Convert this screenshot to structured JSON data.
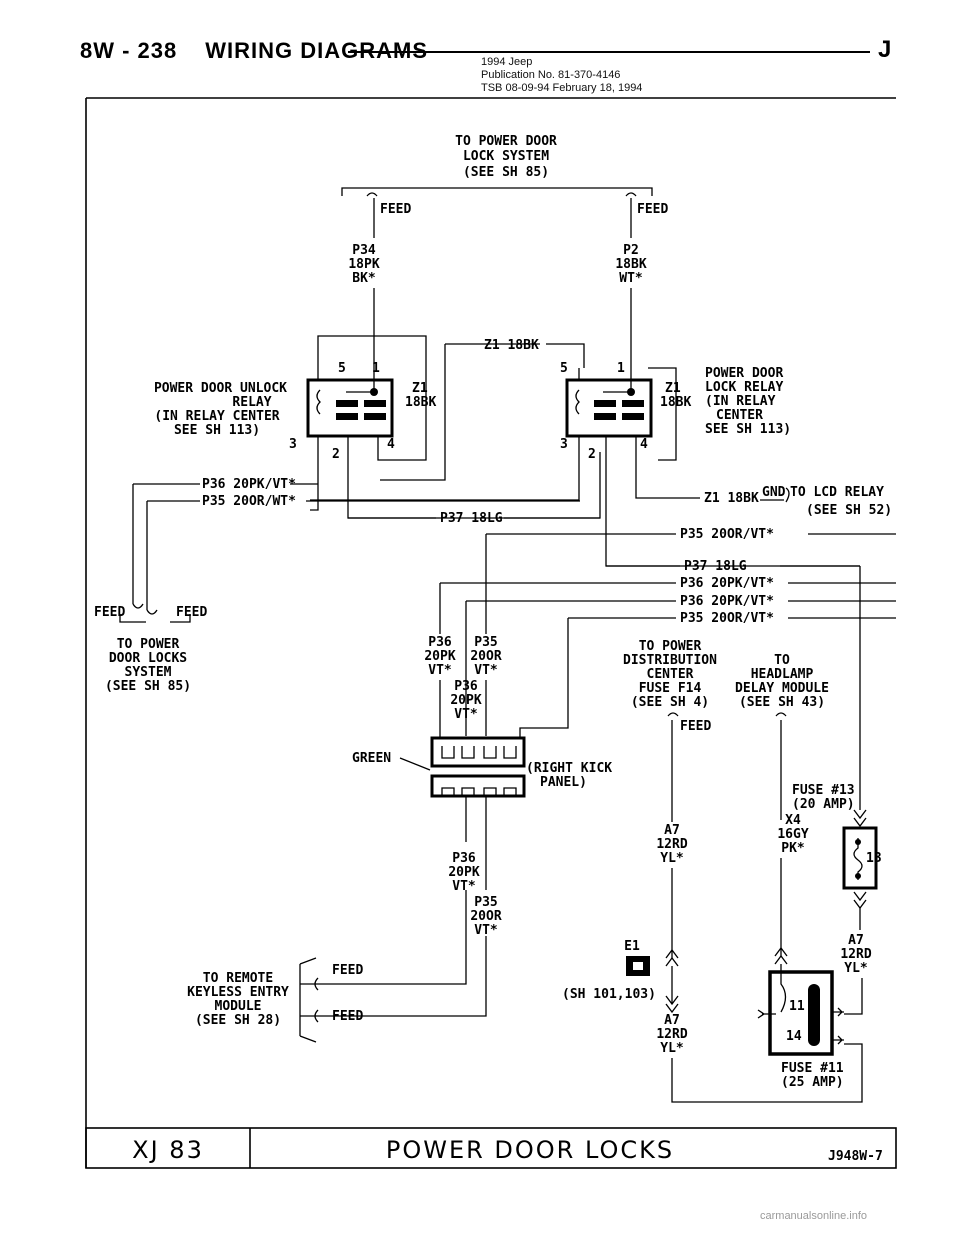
{
  "header": {
    "page_code": "8W - 238",
    "section": "WIRING DIAGRAMS",
    "make_letter": "J",
    "pub_line1": "1994 Jeep",
    "pub_line2": "Publication No. 81-370-4146",
    "pub_line3": "TSB 08-09-94      February 18, 1994"
  },
  "top_ref": {
    "l1": "TO POWER DOOR",
    "l2": "LOCK SYSTEM",
    "l3": "(SEE SH 85)"
  },
  "feed": "FEED",
  "wires": {
    "p34": [
      "P34",
      "18PK",
      "BK*"
    ],
    "p2": [
      "P2",
      "18BK",
      "WT*"
    ],
    "z1_top": "Z1 18BK",
    "z1_left": [
      "Z1",
      "18BK"
    ],
    "z1_right": [
      "Z1",
      "18BK"
    ],
    "p36_left": "P36 20PK/VT*",
    "p35_left": "P35 20OR/WT*",
    "p37_mid": "P37 18LG",
    "z1_gnd": "Z1 18BK",
    "gnd": "GND",
    "p35_r1": "P35 20OR/VT*",
    "p37_r": "P37 18LG",
    "p36_r1": "P36 20PK/VT*",
    "p36_r2": "P36 20PK/VT*",
    "p35_r2": "P35 20OR/VT*",
    "c_p36": [
      "P36",
      "20PK",
      "VT*"
    ],
    "c_p35": [
      "P35",
      "20OR",
      "VT*"
    ],
    "c_p36b": [
      "P36",
      "20PK",
      "VT*"
    ],
    "d_p36": [
      "P36",
      "20PK",
      "VT*"
    ],
    "d_p35": [
      "P35",
      "20OR",
      "VT*"
    ],
    "a7_1": [
      "A7",
      "12RD",
      "YL*"
    ],
    "x4": [
      "X4",
      "16GY",
      "PK*"
    ],
    "a7_2": [
      "A7",
      "12RD",
      "YL*"
    ],
    "a7_3": [
      "A7",
      "12RD",
      "YL*"
    ]
  },
  "unlock_relay": {
    "l1": "POWER DOOR UNLOCK",
    "l2": "RELAY",
    "l3": "(IN RELAY CENTER",
    "l4": "SEE SH 113)",
    "pins": [
      "5",
      "1",
      "3",
      "2",
      "4"
    ]
  },
  "lock_relay": {
    "l1": "POWER DOOR",
    "l2": "LOCK RELAY",
    "l3": "(IN RELAY",
    "l4": "CENTER",
    "l5": "SEE SH 113)",
    "pins": [
      "5",
      "1",
      "3",
      "2",
      "4"
    ]
  },
  "lcd_ref": {
    "l1": "TO LCD RELAY",
    "l2": "(SEE SH 52)"
  },
  "door_locks_ref": {
    "l1": "TO POWER",
    "l2": "DOOR LOCKS",
    "l3": "SYSTEM",
    "l4": "(SEE SH 85)"
  },
  "pdc_ref": {
    "l1": "TO POWER",
    "l2": "DISTRIBUTION",
    "l3": "CENTER",
    "l4": "FUSE F14",
    "l5": "(SEE SH 4)"
  },
  "headlamp_ref": {
    "l1": "TO",
    "l2": "HEADLAMP",
    "l3": "DELAY MODULE",
    "l4": "(SEE SH 43)"
  },
  "connector": {
    "color": "GREEN",
    "loc1": "(RIGHT KICK",
    "loc2": "PANEL)"
  },
  "fuse13": {
    "l1": "FUSE #13",
    "l2": "(20 AMP)",
    "num": "13"
  },
  "fuse11": {
    "l1": "FUSE #11",
    "l2": "(25 AMP)",
    "n1": "11",
    "n2": "14"
  },
  "ground": {
    "name": "E1",
    "ref": "(SH 101,103)"
  },
  "rke_ref": {
    "l1": "TO REMOTE",
    "l2": "KEYLESS ENTRY",
    "l3": "MODULE",
    "l4": "(SEE SH 28)"
  },
  "footer": {
    "model": "XJ 83",
    "title": "POWER DOOR LOCKS",
    "code": "J948W-7"
  },
  "watermark": "carmanualsonline.info"
}
